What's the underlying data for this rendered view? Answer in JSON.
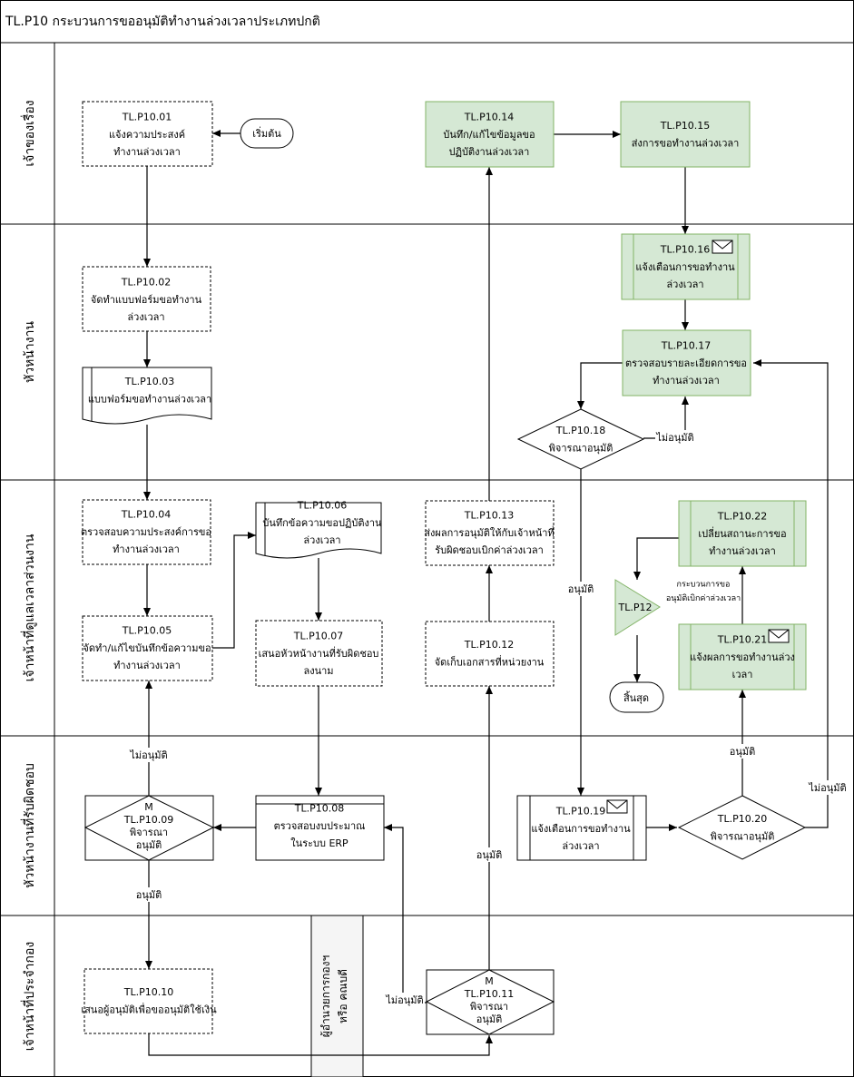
{
  "title": "TL.P10 กระบวนการขออนุมัติทำงานล่วงเวลาประเภทปกติ",
  "lanes": [
    {
      "id": "owner",
      "label": "เจ้าของเรื่อง"
    },
    {
      "id": "head",
      "label": "หัวหน้างาน"
    },
    {
      "id": "officer",
      "label": "เจ้าหน้าที่ดูแลเวลาส่วนงาน"
    },
    {
      "id": "budget",
      "label": "หัวหน้างานที่รับผิดชอบ"
    },
    {
      "id": "fund",
      "label": "เจ้าหน้าที่ประจำกอง"
    }
  ],
  "sub_lane": {
    "label_line1": "ผู้อำนวยการกองฯ",
    "label_line2": "หรือ คณบดี"
  },
  "nodes": {
    "start": {
      "lines": [
        "เริ่มต้น"
      ]
    },
    "p01": {
      "lines": [
        "TL.P10.01",
        "แจ้งความประสงค์",
        "ทำงานล่วงเวลา"
      ]
    },
    "p14": {
      "lines": [
        "TL.P10.14",
        "บันทึก/แก้ไขข้อมูลขอ",
        "ปฏิบัติงานล่วงเวลา"
      ]
    },
    "p15": {
      "lines": [
        "TL.P10.15",
        "ส่งการขอทำงานล่วงเวลา"
      ]
    },
    "p02": {
      "lines": [
        "TL.P10.02",
        "จัดทำแบบฟอร์มขอทำงาน",
        "ล่วงเวลา"
      ]
    },
    "p03": {
      "lines": [
        "TL.P10.03",
        "แบบฟอร์มขอทำงานล่วงเวลา"
      ]
    },
    "p16": {
      "lines": [
        "TL.P10.16",
        "แจ้งเตือนการขอทำงาน",
        "ล่วงเวลา"
      ]
    },
    "p17": {
      "lines": [
        "TL.P10.17",
        "ตรวจสอบรายละเอียดการขอ",
        "ทำงานล่วงเวลา"
      ]
    },
    "p18": {
      "lines": [
        "TL.P10.18",
        "พิจารณาอนุมัติ"
      ]
    },
    "p04": {
      "lines": [
        "TL.P10.04",
        "ตรวจสอบความประสงค์การขอ",
        "ทำงานล่วงเวลา"
      ]
    },
    "p06": {
      "lines": [
        "TL.P10.06",
        "บันทึกข้อความขอปฏิบัติงาน",
        "ล่วงเวลา"
      ]
    },
    "p13": {
      "lines": [
        "TL.P10.13",
        "ส่งผลการอนุมัติให้กับเจ้าหน้าที่",
        "รับผิดชอบเบิกค่าล่วงเวลา"
      ]
    },
    "p22": {
      "lines": [
        "TL.P10.22",
        "เปลี่ยนสถานะการขอ",
        "ทำงานล่วงเวลา"
      ]
    },
    "p05": {
      "lines": [
        "TL.P10.05",
        "จัดทำ/แก้ไขบันทึกข้อความขอ",
        "ทำงานล่วงเวลา"
      ]
    },
    "p07": {
      "lines": [
        "TL.P10.07",
        "เสนอหัวหน้างานที่รับผิดชอบ",
        "ลงนาม"
      ]
    },
    "p12": {
      "lines": [
        "TL.P10.12",
        "จัดเก็บเอกสารที่หน่วยงาน"
      ]
    },
    "tlp12": {
      "lines": [
        "TL.P12"
      ]
    },
    "tlp12_note": {
      "lines": [
        "กระบวนการขอ",
        "อนุมัติเบิกค่าล่วงเวลา"
      ]
    },
    "p21": {
      "lines": [
        "TL.P10.21",
        "แจ้งผลการขอทำงานล่วง",
        "เวลา"
      ]
    },
    "end": {
      "lines": [
        "สิ้นสุด"
      ]
    },
    "p09": {
      "lines": [
        "M",
        "TL.P10.09",
        "พิจารณา",
        "อนุมัติ"
      ]
    },
    "p08": {
      "lines": [
        "TL.P10.08",
        "ตรวจสอบงบประมาณ",
        "ในระบบ ERP"
      ]
    },
    "p19": {
      "lines": [
        "TL.P10.19",
        "แจ้งเตือนการขอทำงาน",
        "ล่วงเวลา"
      ]
    },
    "p20": {
      "lines": [
        "TL.P10.20",
        "พิจารณาอนุมัติ"
      ]
    },
    "p10": {
      "lines": [
        "TL.P10.10",
        "เสนอผู้อนุมัติเพื่อขออนุมัติใช้เงิน"
      ]
    },
    "p11": {
      "lines": [
        "M",
        "TL.P10.11",
        "พิจารณา",
        "อนุมัติ"
      ]
    }
  },
  "edge_labels": {
    "p18_no": "ไม่อนุมัติ",
    "p18_yes": "อนุมัติ",
    "p09_no": "ไม่อนุมัติ",
    "p09_yes": "อนุมัติ",
    "p20_yes": "อนุมัติ",
    "p20_no": "ไม่อนุมัติ",
    "p11_yes": "อนุมัติ",
    "p11_no": "ไม่อนุมัติ"
  },
  "colors": {
    "green_fill": "#d5e8d4",
    "green_stroke": "#82b366",
    "line": "#000000",
    "sidebar_fill": "#f5f5f5"
  }
}
